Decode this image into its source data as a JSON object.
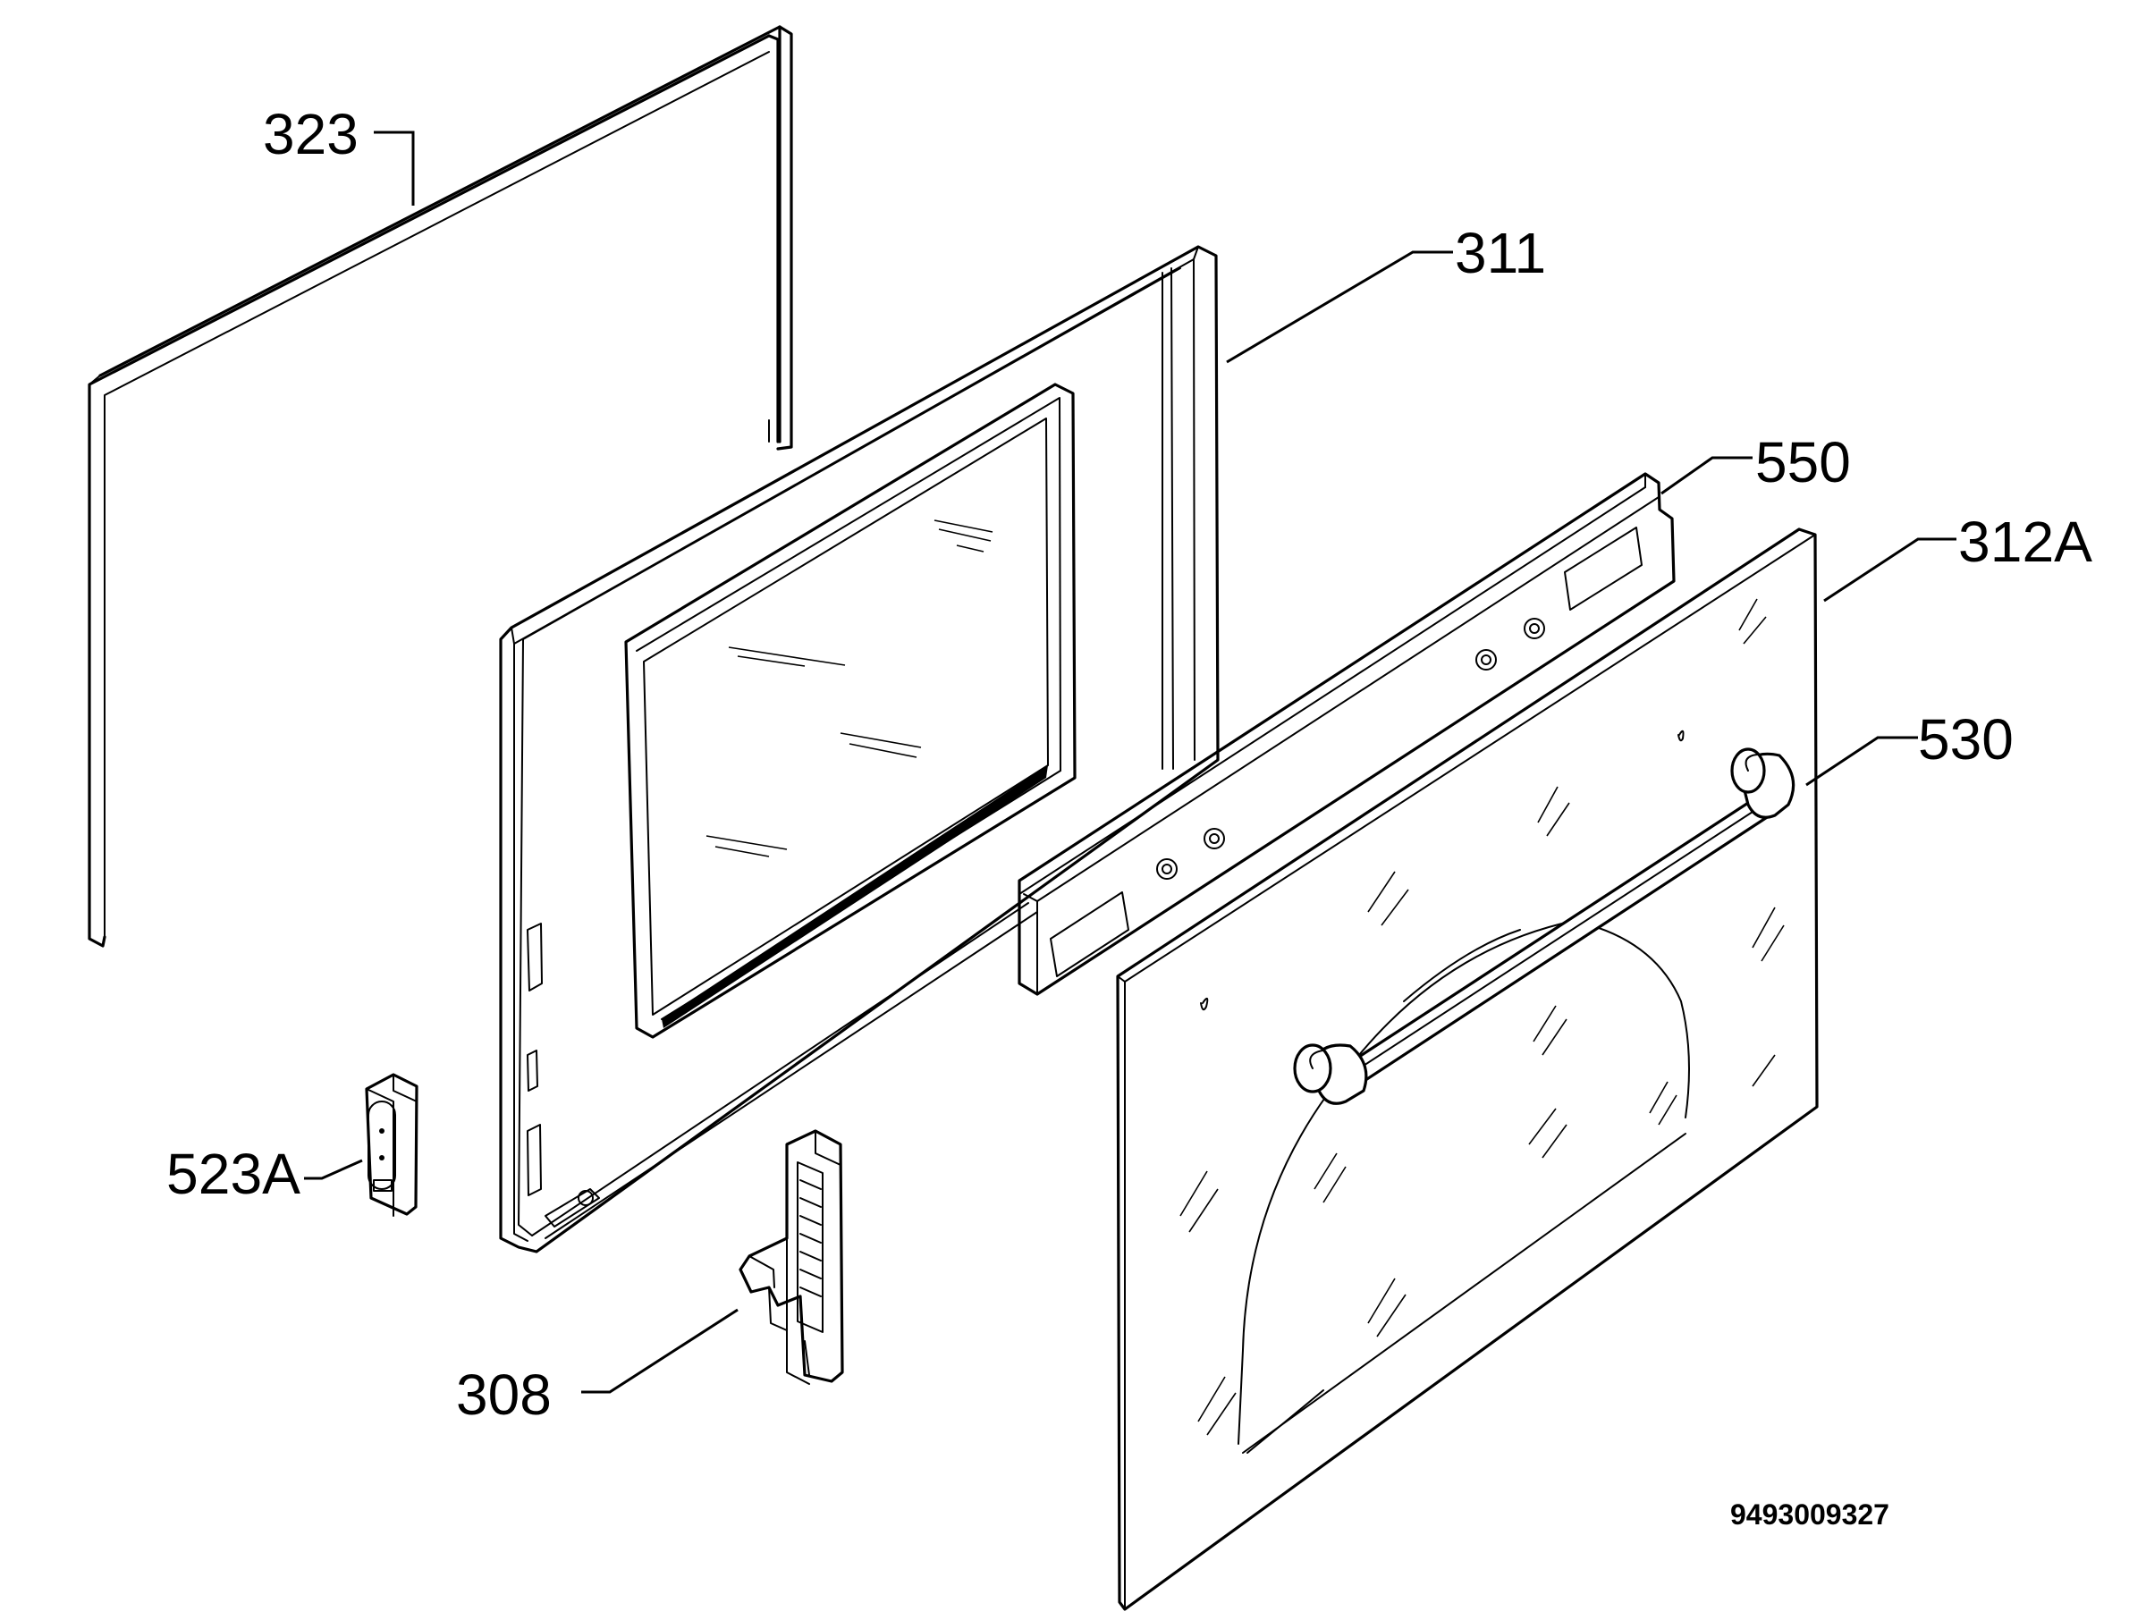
{
  "parts": [
    {
      "id": "seal",
      "label": "323"
    },
    {
      "id": "inner-door-frame",
      "label": "311"
    },
    {
      "id": "top-profile",
      "label": "550"
    },
    {
      "id": "outer-glass",
      "label": "312A"
    },
    {
      "id": "handle",
      "label": "530"
    },
    {
      "id": "hinge-receiver",
      "label": "523A"
    },
    {
      "id": "hinge",
      "label": "308"
    }
  ],
  "drawing_code": "9493009327"
}
